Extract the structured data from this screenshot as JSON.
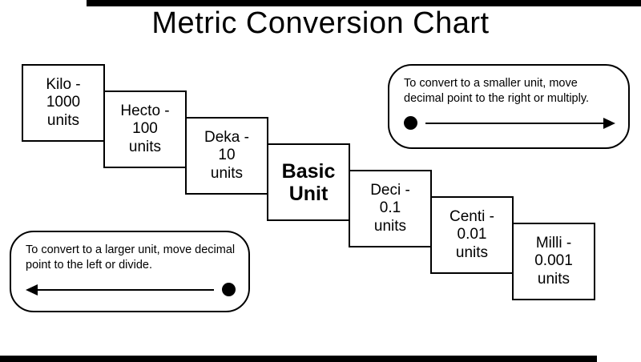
{
  "title": "Metric Conversion Chart",
  "steps": [
    {
      "id": "kilo",
      "lines": [
        "Kilo -",
        "1000",
        "units"
      ]
    },
    {
      "id": "hecto",
      "lines": [
        "Hecto -",
        "100",
        "units"
      ]
    },
    {
      "id": "deka",
      "lines": [
        "Deka -",
        "10",
        "units"
      ]
    },
    {
      "id": "basic-unit",
      "lines": [
        "Basic",
        "Unit",
        ""
      ]
    },
    {
      "id": "deci",
      "lines": [
        "Deci -",
        "0.1",
        "units"
      ]
    },
    {
      "id": "centi",
      "lines": [
        "Centi -",
        "0.01",
        "units"
      ]
    },
    {
      "id": "milli",
      "lines": [
        "Milli -",
        "0.001",
        "units"
      ]
    }
  ],
  "callouts": {
    "smaller_unit": {
      "text": "To convert to a smaller unit, move decimal  point to the right or multiply.",
      "arrow_direction": "right"
    },
    "larger_unit": {
      "text": "To convert to a larger unit, move decimal  point to the left or divide.",
      "arrow_direction": "left"
    }
  },
  "colors": {
    "ink": "#000000",
    "paper": "#ffffff"
  }
}
